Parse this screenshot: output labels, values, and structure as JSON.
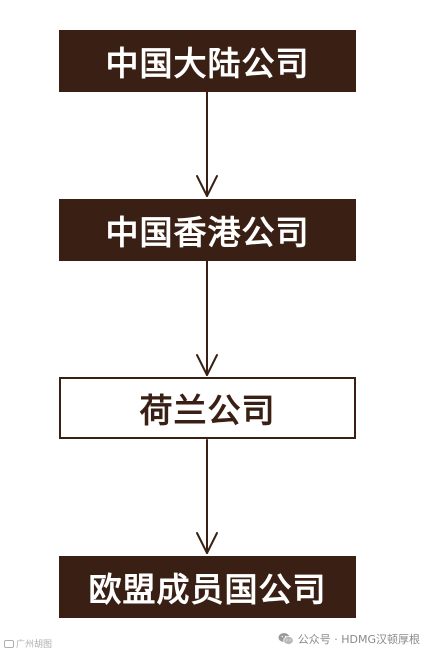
{
  "diagram": {
    "nodes": [
      {
        "id": "n1",
        "label": "中国大陆公司",
        "style": "dark"
      },
      {
        "id": "n2",
        "label": "中国香港公司",
        "style": "dark"
      },
      {
        "id": "n3",
        "label": "荷兰公司",
        "style": "light"
      },
      {
        "id": "n4",
        "label": "欧盟成员国公司",
        "style": "dark"
      }
    ],
    "edges": [
      {
        "from": "n1",
        "to": "n2"
      },
      {
        "from": "n2",
        "to": "n3"
      },
      {
        "from": "n3",
        "to": "n4"
      }
    ],
    "colors": {
      "dark_fill": "#3a2014",
      "dark_text": "#ffffff",
      "light_fill": "#ffffff",
      "light_text": "#3a2014",
      "arrow": "#3a2014"
    }
  },
  "watermark": {
    "left_text": "广州胡图",
    "right_text": "公众号 · HDMG汉顿厚根",
    "right_icon": "wechat-icon"
  }
}
